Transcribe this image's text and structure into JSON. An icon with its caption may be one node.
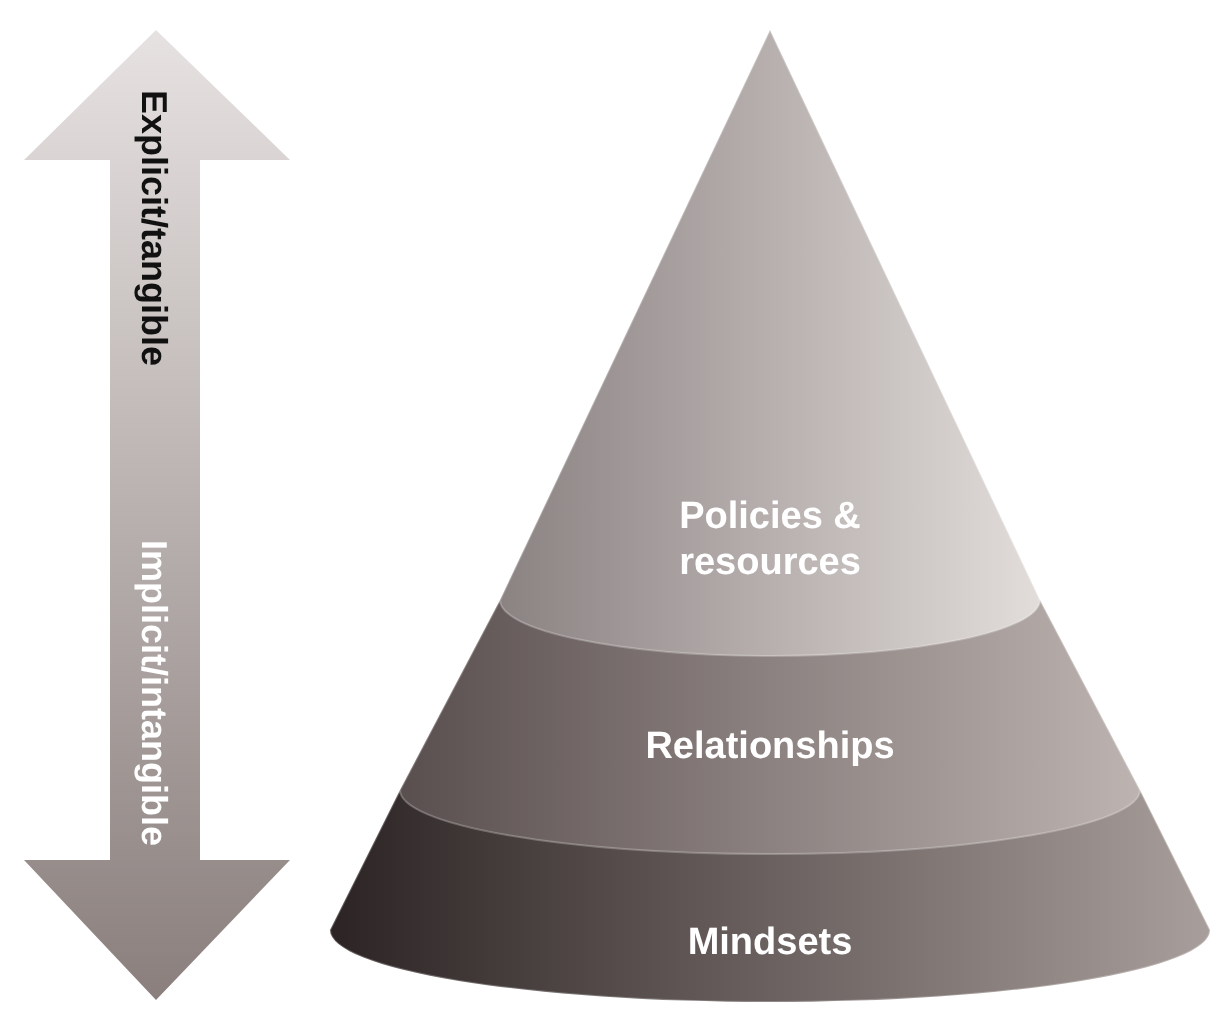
{
  "diagram": {
    "nodes": [
      {
        "text": [
          "Policies & resources"
        ]
      },
      {
        "text": [
          "Relationships"
        ]
      },
      {
        "text": [
          "Mindsets"
        ]
      }
    ],
    "labels": [
      "Explicit/tangible",
      "Implicit/intangible"
    ]
  }
}
